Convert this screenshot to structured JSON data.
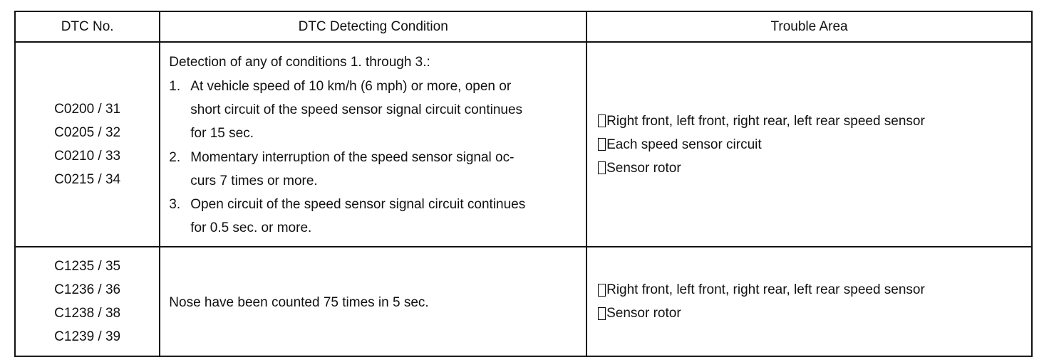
{
  "table": {
    "headers": {
      "code": "DTC No.",
      "condition": "DTC Detecting Condition",
      "area": "Trouble Area"
    },
    "rows": [
      {
        "codes": [
          "C0200 / 31",
          "C0205 / 32",
          "C0210 / 33",
          "C0215 / 34"
        ],
        "condition_intro": "Detection of any of conditions 1. through 3.:",
        "conditions": [
          {
            "num": "1.",
            "lines": [
              "At vehicle speed of 10 km/h (6 mph) or more, open or",
              "short circuit of the speed sensor signal circuit continues",
              "for 15 sec."
            ]
          },
          {
            "num": "2.",
            "lines": [
              "Momentary interruption of the speed sensor signal oc-",
              "curs 7 times or more."
            ]
          },
          {
            "num": "3.",
            "lines": [
              "Open circuit of the speed sensor signal circuit continues",
              "for 0.5 sec. or more."
            ]
          }
        ],
        "areas": [
          "Right front, left front, right rear, left rear speed sensor",
          "Each speed sensor circuit",
          "Sensor rotor"
        ]
      },
      {
        "codes": [
          "C1235 / 35",
          "C1236 / 36",
          "C1238 / 38",
          "C1239 / 39"
        ],
        "condition_text": "Nose have been counted 75 times in 5 sec.",
        "areas": [
          "Right front, left front, right rear, left rear speed sensor",
          "Sensor rotor"
        ]
      }
    ]
  }
}
